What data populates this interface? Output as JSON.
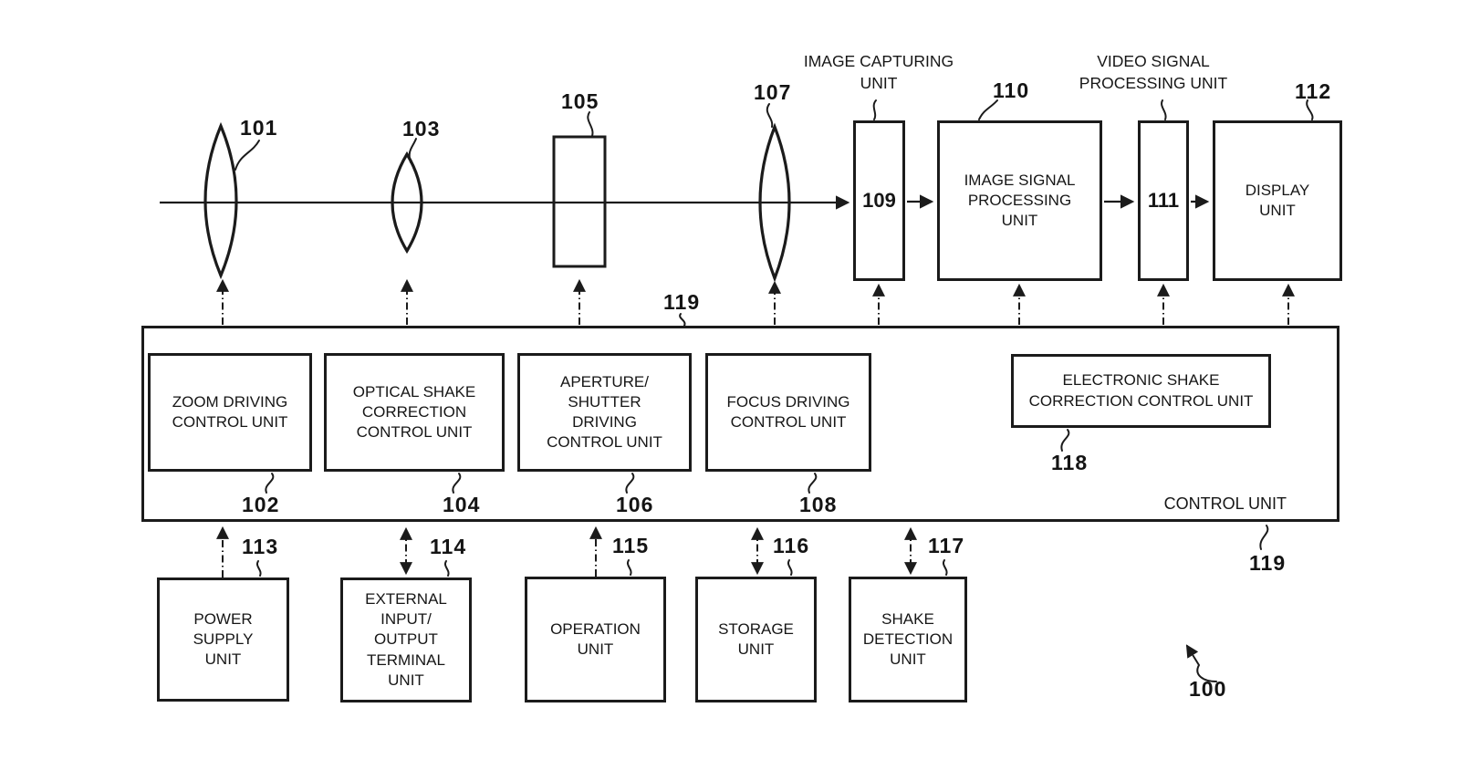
{
  "figure": {
    "ref": "100"
  },
  "optical": {
    "lens_front": {
      "ref": "101"
    },
    "lens_shake": {
      "ref": "103"
    },
    "aperture": {
      "ref": "105"
    },
    "lens_focus": {
      "ref": "107"
    },
    "image_capturing": {
      "ref": "109",
      "caption": "IMAGE CAPTURING\nUNIT"
    },
    "image_signal_processing": {
      "ref": "110",
      "label": "IMAGE SIGNAL\nPROCESSING\nUNIT"
    },
    "video_signal_processing": {
      "ref": "111",
      "caption": "VIDEO SIGNAL\nPROCESSING UNIT"
    },
    "display": {
      "ref": "112",
      "label": "DISPLAY\nUNIT"
    }
  },
  "control": {
    "label": "CONTROL UNIT",
    "ref": "119",
    "zoom": {
      "ref": "102",
      "label": "ZOOM DRIVING\nCONTROL UNIT"
    },
    "optical_shake": {
      "ref": "104",
      "label": "OPTICAL SHAKE\nCORRECTION\nCONTROL UNIT"
    },
    "aperture_shutter": {
      "ref": "106",
      "label": "APERTURE/\nSHUTTER\nDRIVING\nCONTROL UNIT"
    },
    "focus": {
      "ref": "108",
      "label": "FOCUS DRIVING\nCONTROL UNIT"
    },
    "electronic_shake": {
      "ref": "118",
      "label": "ELECTRONIC SHAKE\nCORRECTION CONTROL UNIT"
    }
  },
  "peripherals": {
    "power": {
      "ref": "113",
      "label": "POWER\nSUPPLY\nUNIT"
    },
    "external_io": {
      "ref": "114",
      "label": "EXTERNAL\nINPUT/\nOUTPUT\nTERMINAL\nUNIT"
    },
    "operation": {
      "ref": "115",
      "label": "OPERATION\nUNIT"
    },
    "storage": {
      "ref": "116",
      "label": "STORAGE\nUNIT"
    },
    "shake_detection": {
      "ref": "117",
      "label": "SHAKE\nDETECTION\nUNIT"
    }
  },
  "colors": {
    "ink": "#1b1b1b",
    "background": "#ffffff"
  }
}
